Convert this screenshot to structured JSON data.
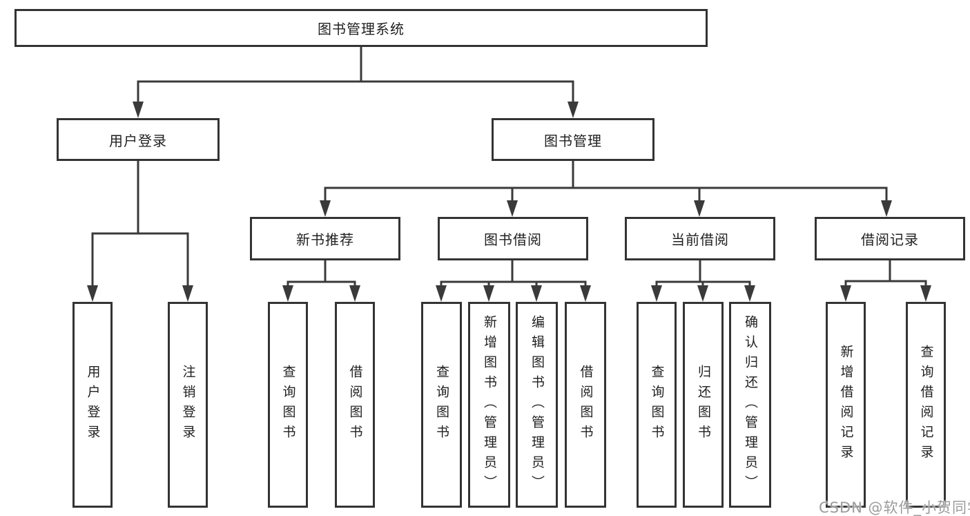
{
  "colors": {
    "line": "#3a3a3a",
    "border": "#333333",
    "text": "#1f1f1f",
    "watermark": "#9b9b9b",
    "background": "#ffffff"
  },
  "nodes": {
    "root": {
      "label": "图书管理系统"
    },
    "user_login": {
      "label": "用户登录"
    },
    "book_mgmt": {
      "label": "图书管理"
    },
    "new_book_rec": {
      "label": "新书推荐"
    },
    "book_borrow": {
      "label": "图书借阅"
    },
    "current_borrow": {
      "label": "当前借阅"
    },
    "borrow_records": {
      "label": "借阅记录"
    },
    "leaf_user_login": {
      "label": "用户登录"
    },
    "leaf_logout": {
      "label": "注销登录"
    },
    "leaf_query_book_a": {
      "label": "查询图书"
    },
    "leaf_borrow_book_a": {
      "label": "借阅图书"
    },
    "leaf_query_book_b": {
      "label": "查询图书"
    },
    "leaf_add_book": {
      "label": "新增图书（管理员）"
    },
    "leaf_edit_book": {
      "label": "编辑图书（管理员）"
    },
    "leaf_borrow_book_b": {
      "label": "借阅图书"
    },
    "leaf_query_book_c": {
      "label": "查询图书"
    },
    "leaf_return_book": {
      "label": "归还图书"
    },
    "leaf_confirm_return": {
      "label": "确认归还（管理员）"
    },
    "leaf_add_borrow_record": {
      "label": "新增借阅记录"
    },
    "leaf_query_borrow_record": {
      "label": "查询借阅记录"
    }
  },
  "watermark": {
    "text": "CSDN @软件_小贺同学"
  }
}
